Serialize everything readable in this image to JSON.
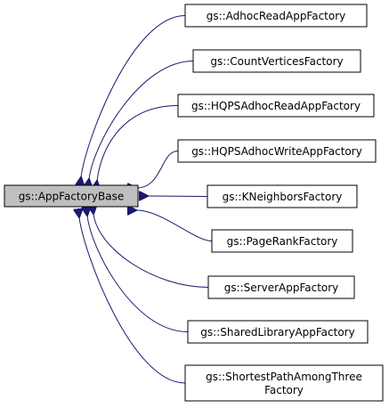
{
  "diagram": {
    "kind": "inheritance-graph",
    "base_class": {
      "label": "gs::AppFactoryBase",
      "fill": "#bfbfbf",
      "stroke": "#000000"
    },
    "edge_color": "#191970",
    "derived_classes": [
      {
        "lines": [
          "gs::AdhocReadAppFactory"
        ]
      },
      {
        "lines": [
          "gs::CountVerticesFactory"
        ]
      },
      {
        "lines": [
          "gs::HQPSAdhocReadAppFactory"
        ]
      },
      {
        "lines": [
          "gs::HQPSAdhocWriteAppFactory"
        ]
      },
      {
        "lines": [
          "gs::KNeighborsFactory"
        ]
      },
      {
        "lines": [
          "gs::PageRankFactory"
        ]
      },
      {
        "lines": [
          "gs::ServerAppFactory"
        ]
      },
      {
        "lines": [
          "gs::SharedLibraryAppFactory"
        ]
      },
      {
        "lines": [
          "gs::ShortestPathAmongThree",
          "Factory"
        ]
      }
    ]
  }
}
